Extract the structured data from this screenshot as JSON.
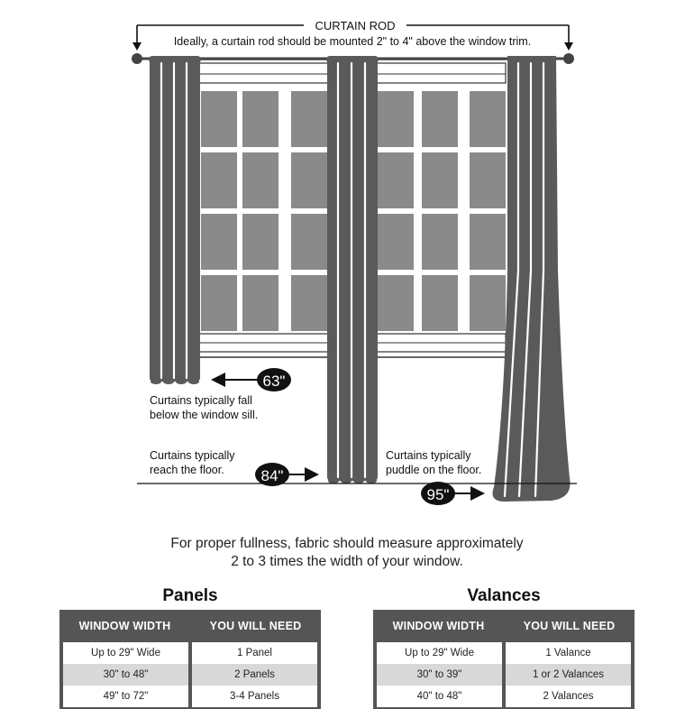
{
  "rod": {
    "title": "CURTAIN ROD",
    "note": "Ideally, a curtain rod should be mounted 2\" to 4\" above the window trim."
  },
  "lengths": [
    {
      "value": "63\"",
      "caption": [
        "Curtains typically fall",
        "below the window sill."
      ]
    },
    {
      "value": "84\"",
      "caption": [
        "Curtains typically",
        "reach the floor."
      ]
    },
    {
      "value": "95\"",
      "caption": [
        "Curtains typically",
        "puddle on the floor."
      ]
    }
  ],
  "fullness": {
    "line1": "For proper fullness, fabric should measure approximately",
    "line2": "2 to 3 times the width of your window."
  },
  "colors": {
    "curtain": "#5a5a5a",
    "pane": "#8a8a8a",
    "table_header": "#555555",
    "row_alt": "#d8d8d8"
  },
  "panels": {
    "title": "Panels",
    "headers": [
      "WINDOW WIDTH",
      "YOU WILL NEED"
    ],
    "rows": [
      [
        "Up to 29\" Wide",
        "1 Panel"
      ],
      [
        "30\" to 48\"",
        "2 Panels"
      ],
      [
        "49\" to 72\"",
        "3-4 Panels"
      ]
    ]
  },
  "valances": {
    "title": "Valances",
    "headers": [
      "WINDOW WIDTH",
      "YOU WILL NEED"
    ],
    "rows": [
      [
        "Up to 29\" Wide",
        "1 Valance"
      ],
      [
        "30\" to 39\"",
        "1 or 2 Valances"
      ],
      [
        "40\" to 48\"",
        "2 Valances"
      ]
    ]
  }
}
